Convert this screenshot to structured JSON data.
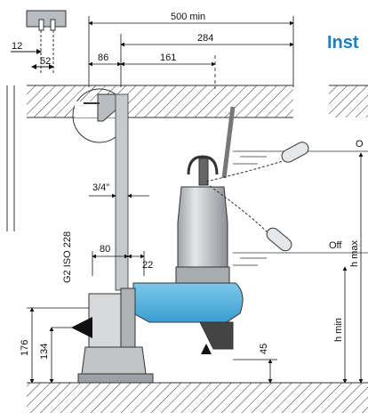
{
  "title": "Inst",
  "dimensions": {
    "width_500": "500 min",
    "width_284": "284",
    "width_161": "161",
    "width_86": "86",
    "bracket_12": "12",
    "bracket_52": "52",
    "pipe_size": "3/4\"",
    "rail_80": "80",
    "rail_22": "22",
    "thread": "G2 ISO 228",
    "height_176": "176",
    "height_134": "134",
    "height_45": "45"
  },
  "levels": {
    "on": "O",
    "off": "Off",
    "h_min": "h min",
    "h_max": "h max"
  },
  "colors": {
    "title": "#1a7fc4",
    "pump_body": "#c9ccd0",
    "volute": "#5cb7df",
    "line": "#222222"
  }
}
